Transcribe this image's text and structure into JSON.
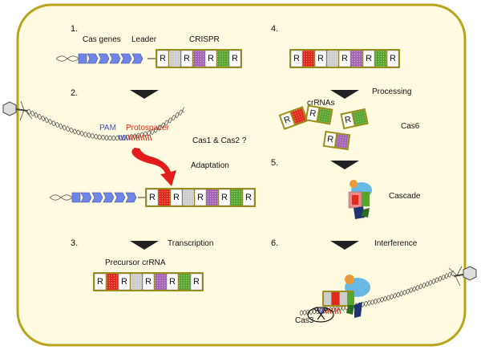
{
  "steps": {
    "s1": "1.",
    "s2": "2.",
    "s3": "3.",
    "s4": "4.",
    "s5": "5.",
    "s6": "6."
  },
  "labels": {
    "cas_genes": "Cas genes",
    "leader": "Leader",
    "crispr": "CRISPR",
    "pam": "PAM",
    "protospacer": "Protospacer",
    "cas1_cas2": "Cas1 & Cas2 ?",
    "adaptation": "Adaptation",
    "transcription": "Transcription",
    "precursor": "Precursor crRNA",
    "processing": "Processing",
    "crrnas": "crRNAs",
    "cas6": "Cas6",
    "cascade": "Cascade",
    "interference": "Interference",
    "cas3": "Cas3"
  },
  "repeat_letter": "R",
  "colors": {
    "cell_fill": "#fffbe0",
    "cell_stroke": "#b8a41c",
    "gene": "#6f86e6",
    "repeat": "#cccccc",
    "spacer_red": "#e02a1c",
    "spacer_green": "#57a52f",
    "spacer_purple": "#a464b4",
    "spacer_frame": "#9c8e1a",
    "pam_text": "#3d4ec9",
    "protospacer_text": "#e0301e",
    "arrow": "#222222"
  }
}
